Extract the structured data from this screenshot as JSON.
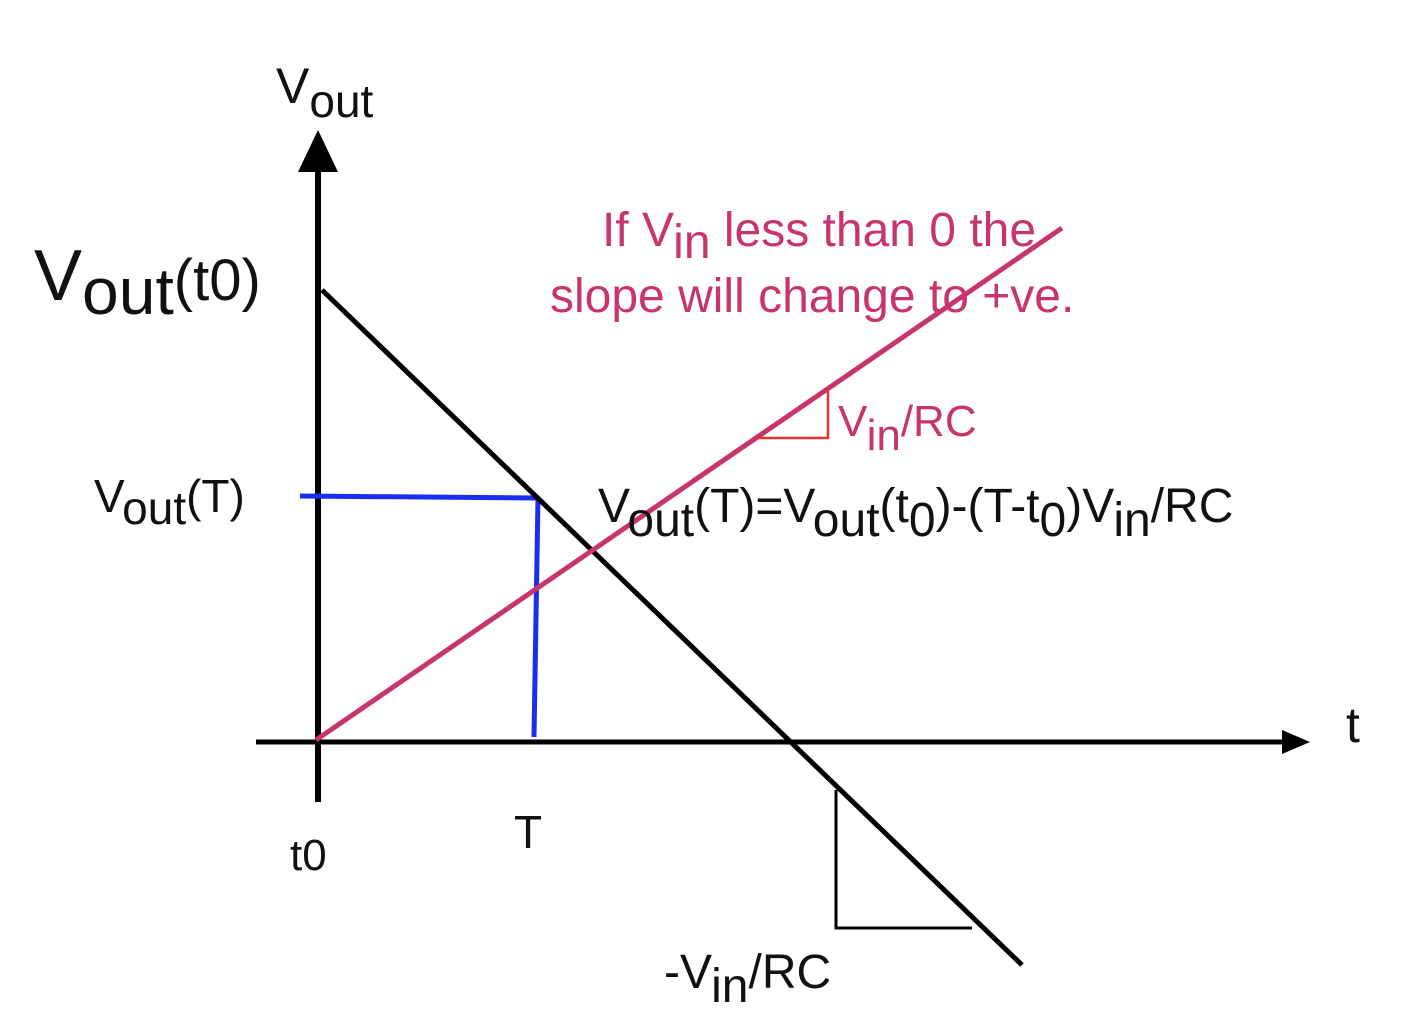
{
  "colors": {
    "axis": "#000000",
    "decreasing_line": "#000000",
    "increasing_line": "#c8346e",
    "construction": "#1a2ef0",
    "slope_triangle_pos": "#e8322c",
    "annotation": "#c8346e"
  },
  "axes": {
    "y_label_main": "V",
    "y_label_sub": "out",
    "x_label": "t"
  },
  "labels": {
    "vout_t0_main": "V",
    "vout_t0_sub": "out",
    "vout_t0_rest": "(t0)",
    "vout_T_main": "V",
    "vout_T_sub": "out",
    "vout_T_rest": "(T)",
    "tick_t0": "t0",
    "tick_T": "T"
  },
  "equation": {
    "p1": "V",
    "s1": "out",
    "p2": "(T)=V",
    "s2": "out",
    "p3": "(t",
    "s3": "0",
    "p4": ")-(T-t",
    "s4": "0",
    "p5": ")V",
    "s5": "in",
    "p6": "/RC"
  },
  "note": {
    "line1_a": "If V",
    "line1_sub": "in",
    "line1_b": " less than 0 the",
    "line2": "slope will change to +ve."
  },
  "slope_pos": {
    "main": "V",
    "sub": "in",
    "rest": "/RC"
  },
  "slope_neg": {
    "main": "-V",
    "sub": "in",
    "rest": "/RC"
  }
}
